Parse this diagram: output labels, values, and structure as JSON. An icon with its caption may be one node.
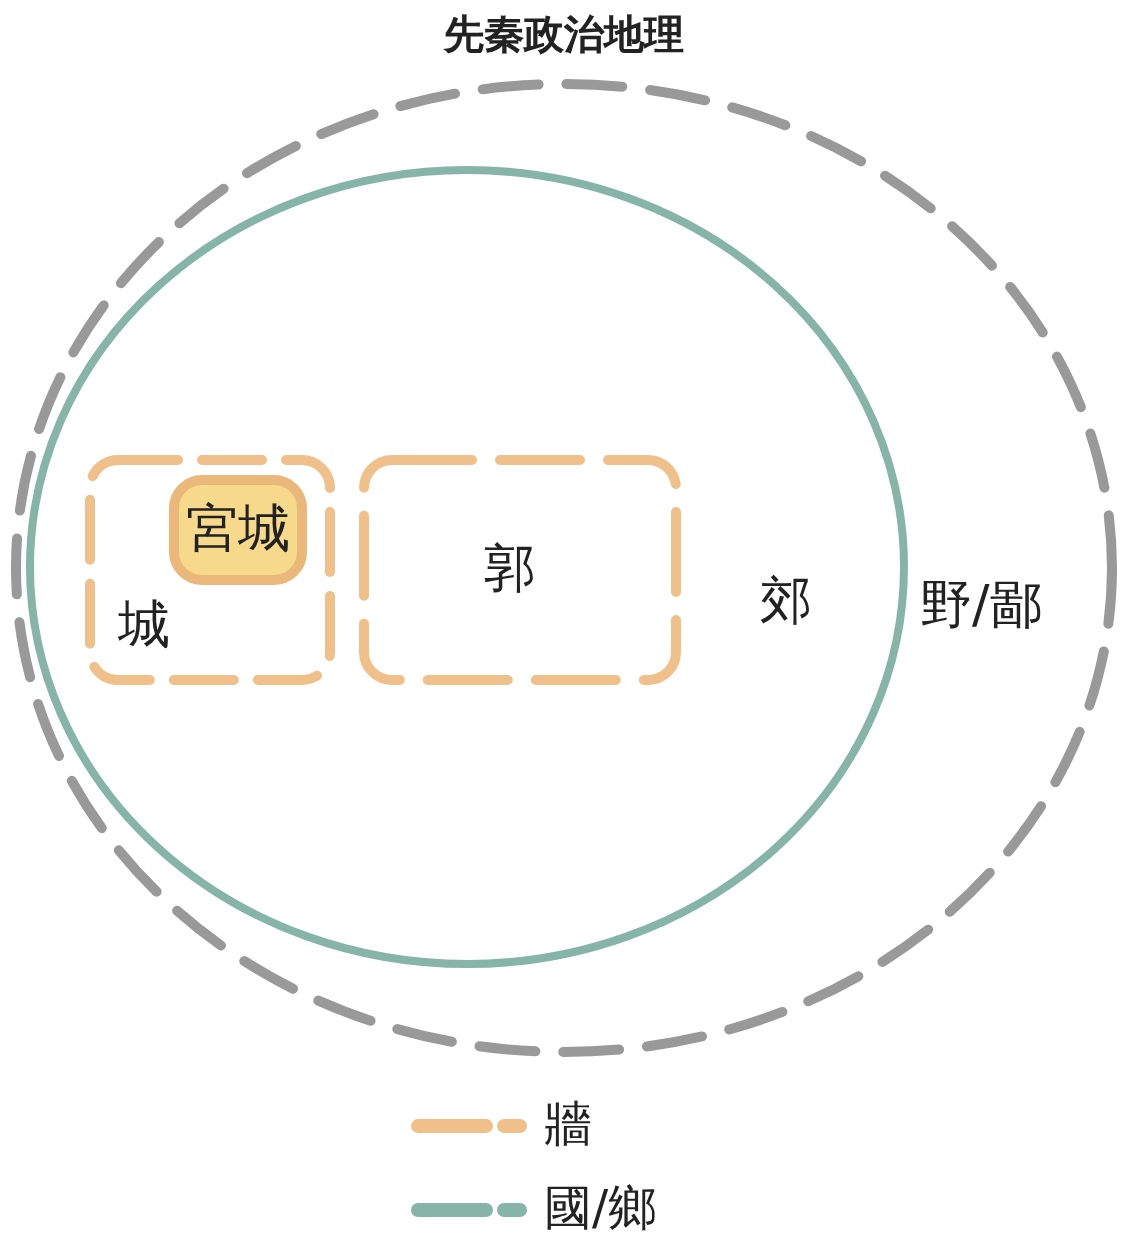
{
  "diagram": {
    "title": "先秦政治地理",
    "nodes": [
      {
        "text": [
          "野/鄙"
        ]
      },
      {
        "text": [
          "郊"
        ],
        "in": 0
      },
      {
        "text": [
          "城"
        ],
        "in": 1
      },
      {
        "text": [
          "宮城"
        ],
        "in": 2
      },
      {
        "text": [
          "郭"
        ],
        "in": 1
      }
    ],
    "edges": [],
    "legend": [
      {
        "text": "牆"
      },
      {
        "text": "國/鄉"
      }
    ]
  }
}
